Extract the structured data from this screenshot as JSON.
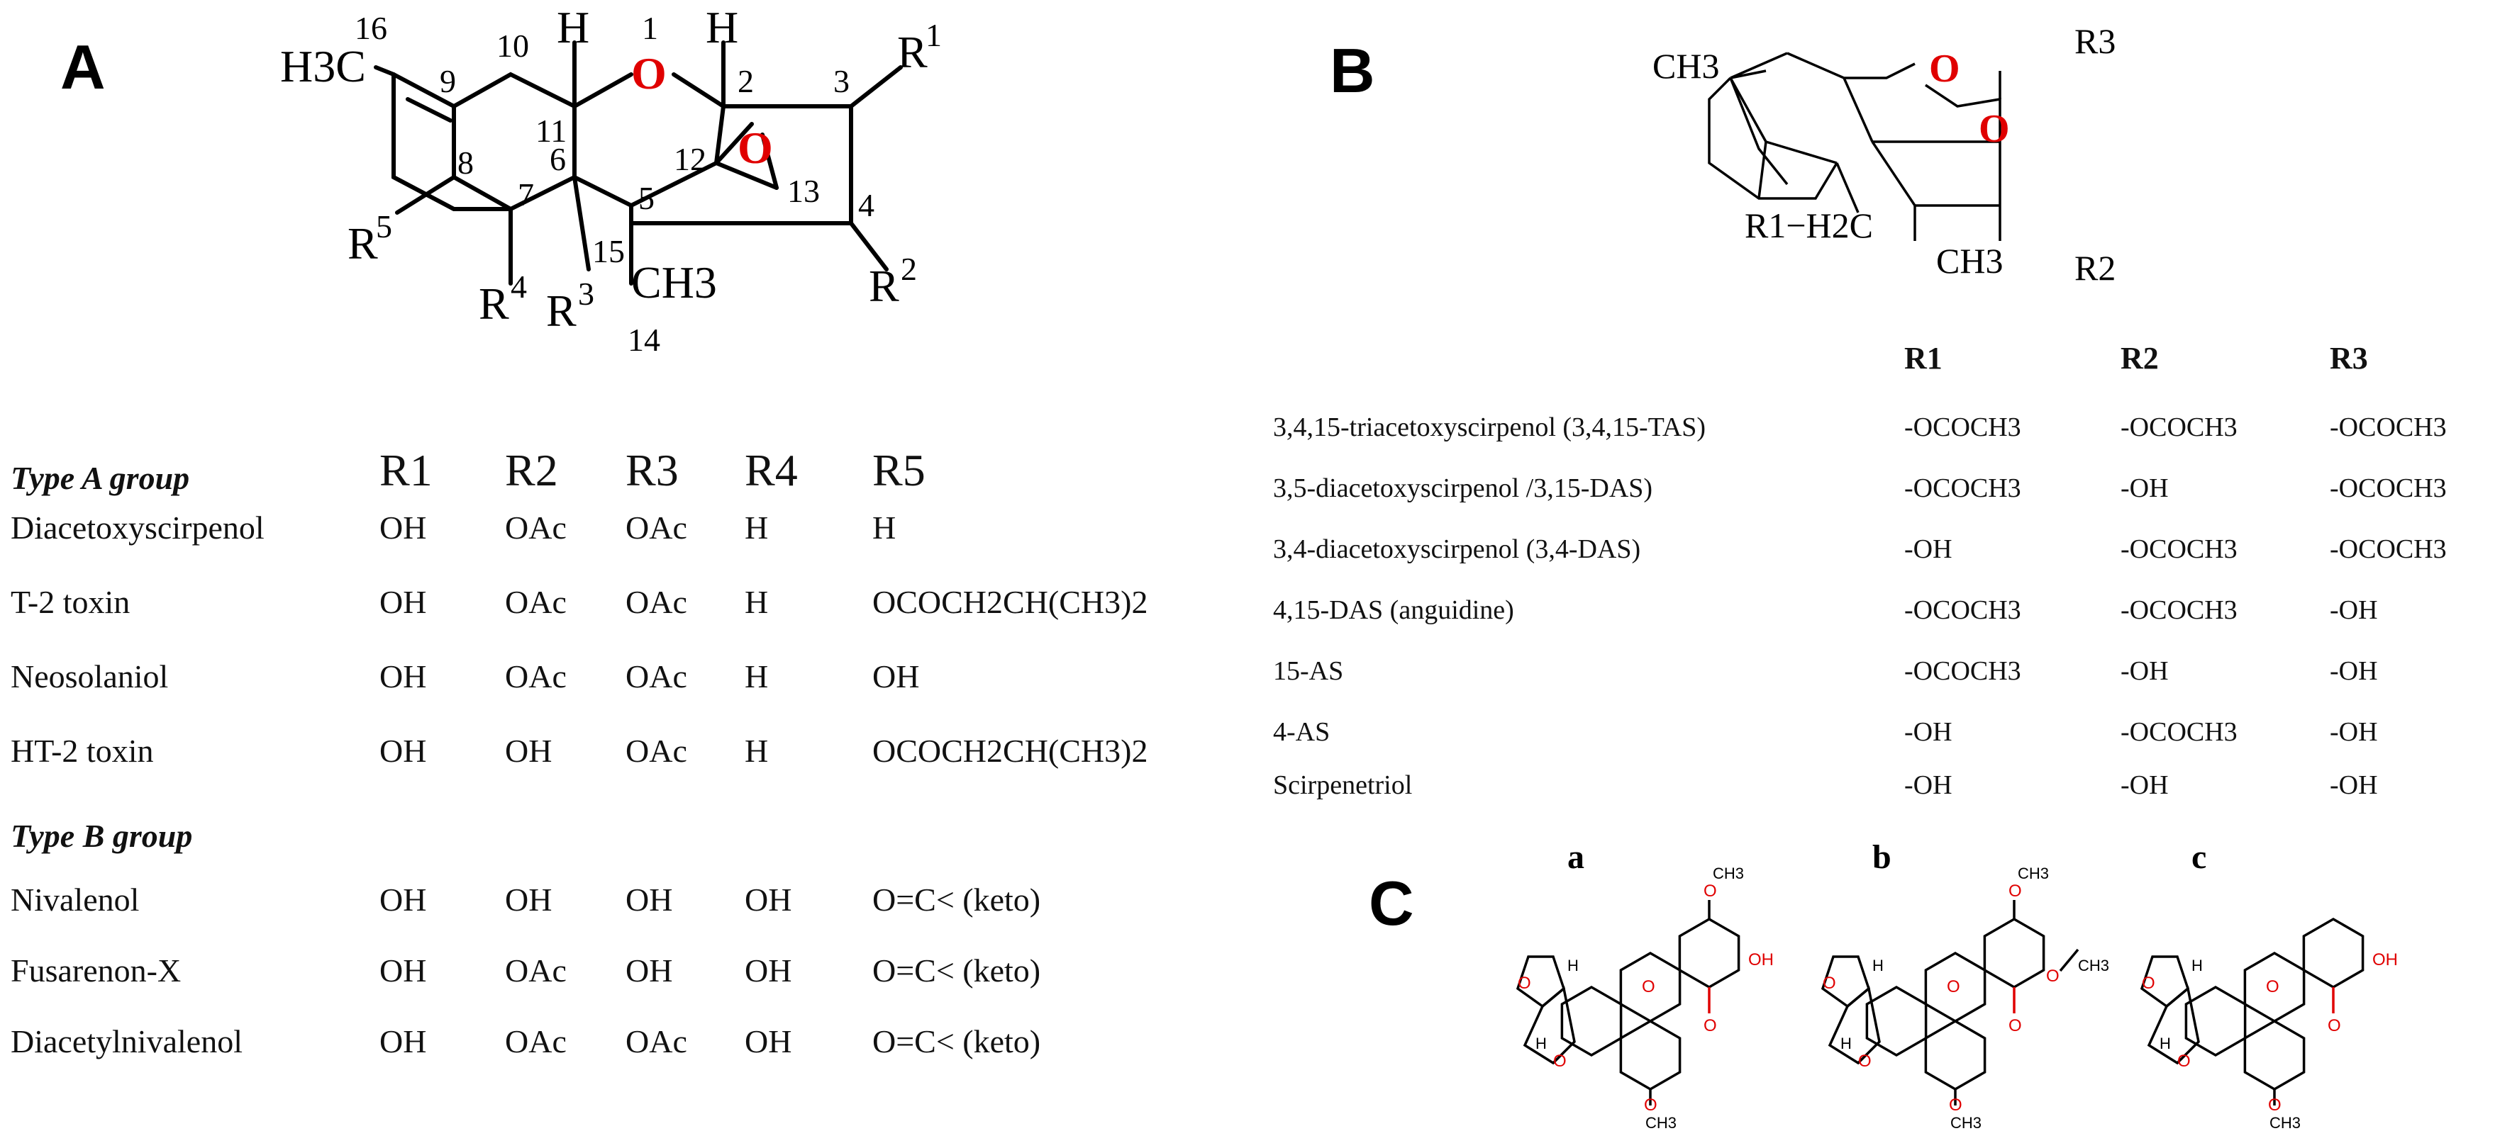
{
  "panels": {
    "a": "A",
    "b": "B",
    "c": "C"
  },
  "colors": {
    "oxygen": "#e00000",
    "bond": "#000000"
  },
  "structA": {
    "H3C": "H3C",
    "H": "H",
    "O": "O",
    "R1": "R",
    "R1s": "1",
    "R2": "R",
    "R2s": "2",
    "R3": "R",
    "R3s": "3",
    "R4": "R",
    "R4s": "4",
    "R5": "R",
    "R5s": "5",
    "CH3": "CH3",
    "n16": "16",
    "n10": "10",
    "n1": "1",
    "n2": "2",
    "n3": "3",
    "n9": "9",
    "n11": "11",
    "n8": "8",
    "n6": "6",
    "n12": "12",
    "n7": "7",
    "n5": "5",
    "n13": "13",
    "n4": "4",
    "n15": "15",
    "n14": "14"
  },
  "tableA": {
    "headers": [
      "R1",
      "R2",
      "R3",
      "R4",
      "R5"
    ],
    "typeA": "Type A group",
    "typeB": "Type B group",
    "rowsA": [
      [
        "Diacetoxyscirpenol",
        "OH",
        "OAc",
        "OAc",
        "H",
        "H"
      ],
      [
        "T-2 toxin",
        "OH",
        "OAc",
        "OAc",
        "H",
        "OCOCH2CH(CH3)2"
      ],
      [
        "Neosolaniol",
        "OH",
        "OAc",
        "OAc",
        "H",
        "OH"
      ],
      [
        "HT-2 toxin",
        "OH",
        "OH",
        "OAc",
        "H",
        "OCOCH2CH(CH3)2"
      ]
    ],
    "rowsB": [
      [
        "Nivalenol",
        "OH",
        "OH",
        "OH",
        "OH",
        "O=C< (keto)"
      ],
      [
        "Fusarenon-X",
        "OH",
        "OAc",
        "OH",
        "OH",
        "O=C< (keto)"
      ],
      [
        "Diacetylnivalenol",
        "OH",
        "OAc",
        "OAc",
        "OH",
        "O=C< (keto)"
      ]
    ]
  },
  "structB": {
    "CH3": "CH3",
    "O": "O",
    "R3": "R3",
    "R2": "R2",
    "R1H2C": "R1−H2C",
    "CH3b": "CH3"
  },
  "tableB": {
    "headers": [
      "R1",
      "R2",
      "R3"
    ],
    "rows": [
      [
        "3,4,15-triacetoxyscirpenol (3,4,15-TAS)",
        "-OCOCH3",
        "-OCOCH3",
        "-OCOCH3"
      ],
      [
        "3,5-diacetoxyscirpenol /3,15-DAS)",
        "-OCOCH3",
        "-OH",
        "-OCOCH3"
      ],
      [
        "3,4-diacetoxyscirpenol (3,4-DAS)",
        "-OH",
        "-OCOCH3",
        "-OCOCH3"
      ],
      [
        "4,15-DAS (anguidine)",
        "-OCOCH3",
        "-OCOCH3",
        "-OH"
      ],
      [
        "15-AS",
        "-OCOCH3",
        "-OH",
        "-OH"
      ],
      [
        "4-AS",
        "-OH",
        "-OCOCH3",
        "-OH"
      ],
      [
        "Scirpenetriol",
        "-OH",
        "-OH",
        "-OH"
      ]
    ]
  },
  "structC": {
    "labels": [
      "a",
      "b",
      "c"
    ],
    "OH": "OH",
    "O": "O",
    "H": "H",
    "CH3": "CH3",
    "acetyl": "CH3"
  }
}
